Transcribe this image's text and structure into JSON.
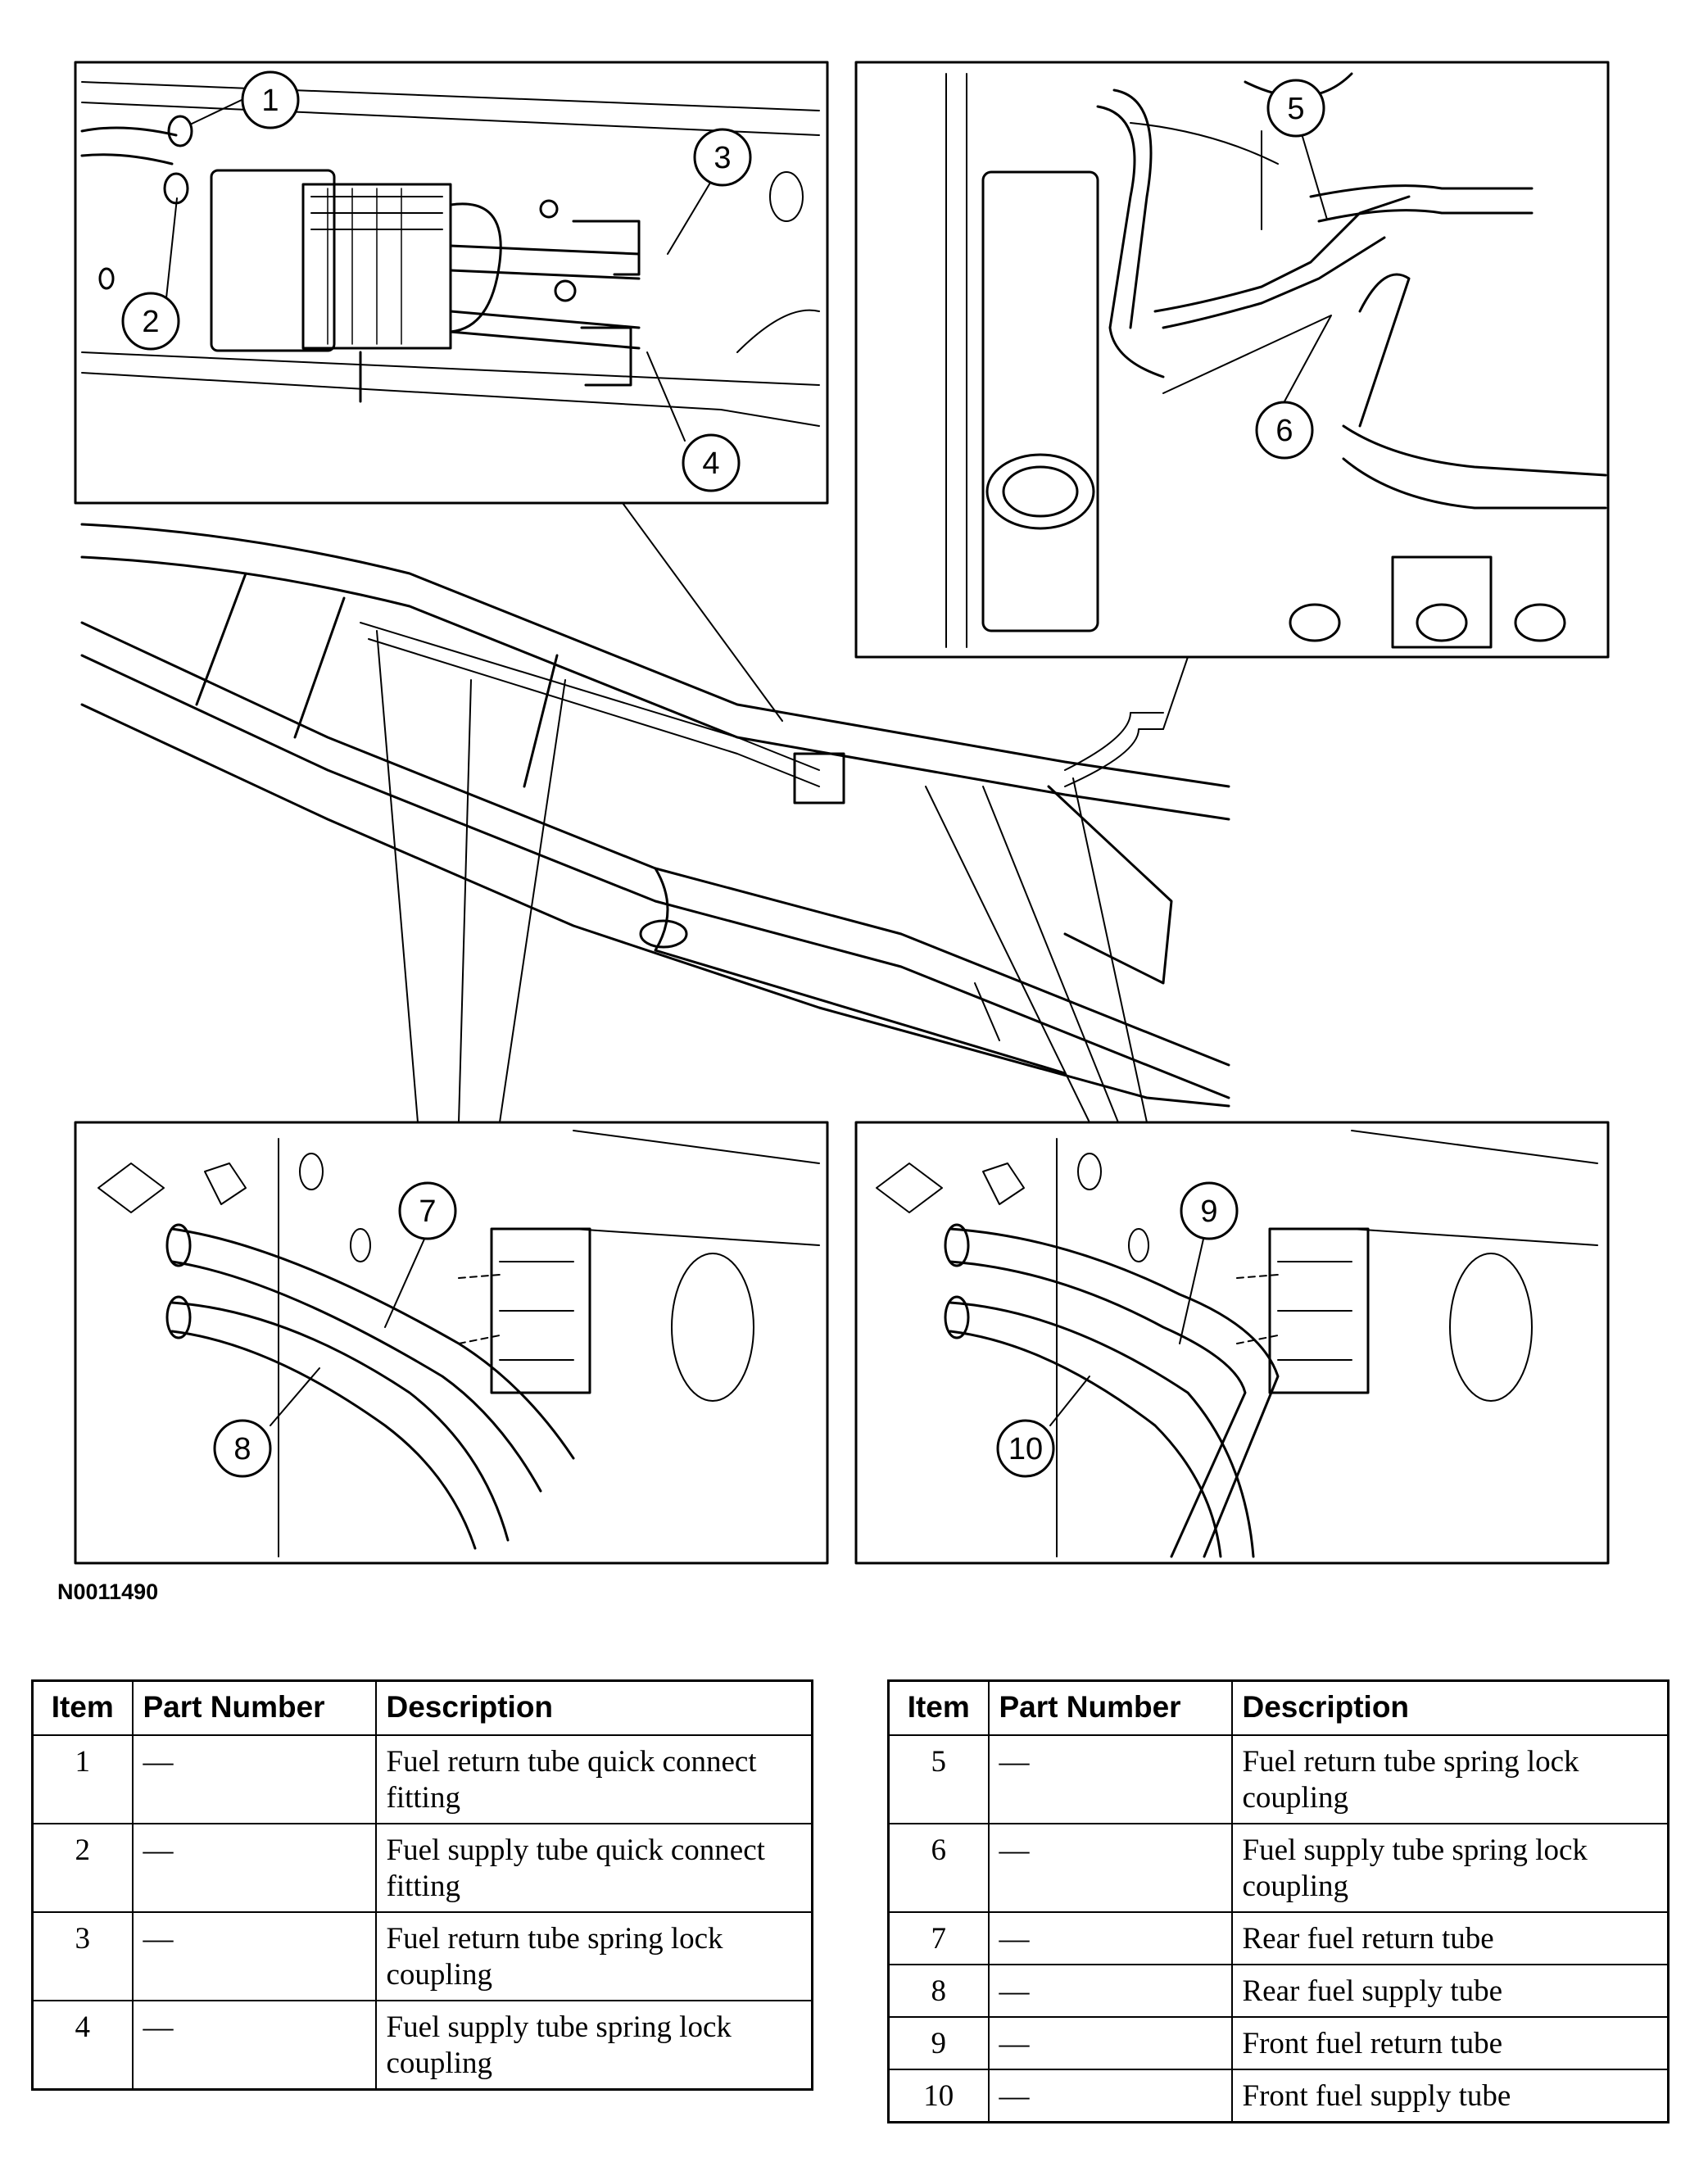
{
  "figure": {
    "id": "N0011490",
    "callouts": [
      "1",
      "2",
      "3",
      "4",
      "5",
      "6",
      "7",
      "8",
      "9",
      "10"
    ]
  },
  "headers": {
    "item": "Item",
    "part_number": "Part Number",
    "description": "Description"
  },
  "table_left": {
    "rows": [
      {
        "item": "1",
        "part": "—",
        "desc": "Fuel return tube quick connect fitting"
      },
      {
        "item": "2",
        "part": "—",
        "desc": "Fuel supply tube quick connect fitting"
      },
      {
        "item": "3",
        "part": "—",
        "desc": "Fuel return tube spring lock coupling"
      },
      {
        "item": "4",
        "part": "—",
        "desc": "Fuel supply tube spring lock coupling"
      }
    ]
  },
  "table_right": {
    "rows": [
      {
        "item": "5",
        "part": "—",
        "desc": "Fuel return tube spring lock coupling"
      },
      {
        "item": "6",
        "part": "—",
        "desc": "Fuel supply tube spring lock coupling"
      },
      {
        "item": "7",
        "part": "—",
        "desc": "Rear fuel return tube"
      },
      {
        "item": "8",
        "part": "—",
        "desc": "Rear fuel supply tube"
      },
      {
        "item": "9",
        "part": "—",
        "desc": "Front fuel return tube"
      },
      {
        "item": "10",
        "part": "—",
        "desc": "Front fuel supply tube"
      }
    ]
  }
}
